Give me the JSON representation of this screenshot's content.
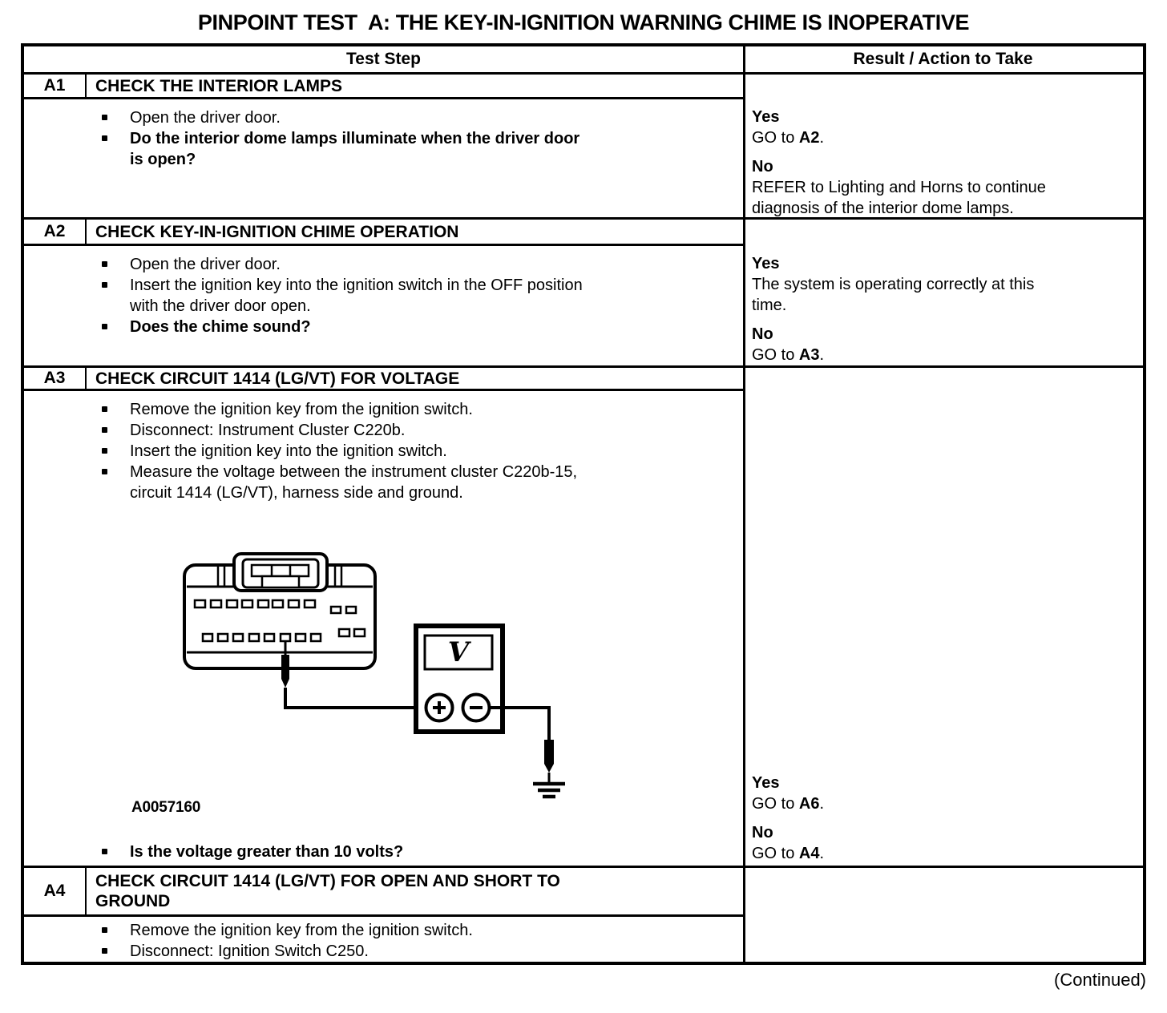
{
  "title": "PINPOINT TEST  A: THE KEY-IN-IGNITION WARNING CHIME IS INOPERATIVE",
  "continued": "(Continued)",
  "table": {
    "header": {
      "test_step": "Test Step",
      "result": "Result / Action to Take"
    },
    "steps": [
      {
        "id": "A1",
        "title": "CHECK THE INTERIOR LAMPS",
        "bullets": [
          {
            "text": "Open the driver door.",
            "bold": false
          },
          {
            "text": "Do the interior dome lamps illuminate when the driver door\nis open?",
            "bold": true
          }
        ],
        "results": [
          {
            "answer": "Yes",
            "pre": "GO to ",
            "link": "A2",
            "post": "."
          },
          {
            "answer": "No",
            "pre": "REFER to Lighting and Horns to continue\ndiagnosis of the interior dome lamps.",
            "link": "",
            "post": ""
          }
        ]
      },
      {
        "id": "A2",
        "title": "CHECK KEY-IN-IGNITION CHIME OPERATION",
        "bullets": [
          {
            "text": "Open the driver door.",
            "bold": false
          },
          {
            "text": "Insert the ignition key into the ignition switch in the OFF position\nwith the driver door open.",
            "bold": false
          },
          {
            "text": "Does the chime sound?",
            "bold": true
          }
        ],
        "results": [
          {
            "answer": "Yes",
            "pre": "The system is operating correctly at this\ntime.",
            "link": "",
            "post": ""
          },
          {
            "answer": "No",
            "pre": "GO to ",
            "link": "A3",
            "post": "."
          }
        ]
      },
      {
        "id": "A3",
        "title": "CHECK CIRCUIT 1414 (LG/VT) FOR VOLTAGE",
        "bullets": [
          {
            "text": "Remove the ignition key from the ignition switch.",
            "bold": false
          },
          {
            "text": "Disconnect: Instrument Cluster C220b.",
            "bold": false
          },
          {
            "text": "Insert the ignition key into the ignition switch.",
            "bold": false
          },
          {
            "text": "Measure the voltage between the instrument cluster C220b-15,\ncircuit 1414 (LG/VT), harness side and ground.",
            "bold": false
          }
        ],
        "figure": {
          "label": "A0057160",
          "meter_display": "V"
        },
        "question": "Is the voltage greater than 10 volts?",
        "results": [
          {
            "answer": "Yes",
            "pre": "GO to ",
            "link": "A6",
            "post": "."
          },
          {
            "answer": "No",
            "pre": "GO to ",
            "link": "A4",
            "post": "."
          }
        ]
      },
      {
        "id": "A4",
        "title": "CHECK CIRCUIT 1414 (LG/VT) FOR OPEN AND SHORT TO\nGROUND",
        "bullets": [
          {
            "text": "Remove the ignition key from the ignition switch.",
            "bold": false
          },
          {
            "text": "Disconnect: Ignition Switch C250.",
            "bold": false
          }
        ]
      }
    ]
  }
}
